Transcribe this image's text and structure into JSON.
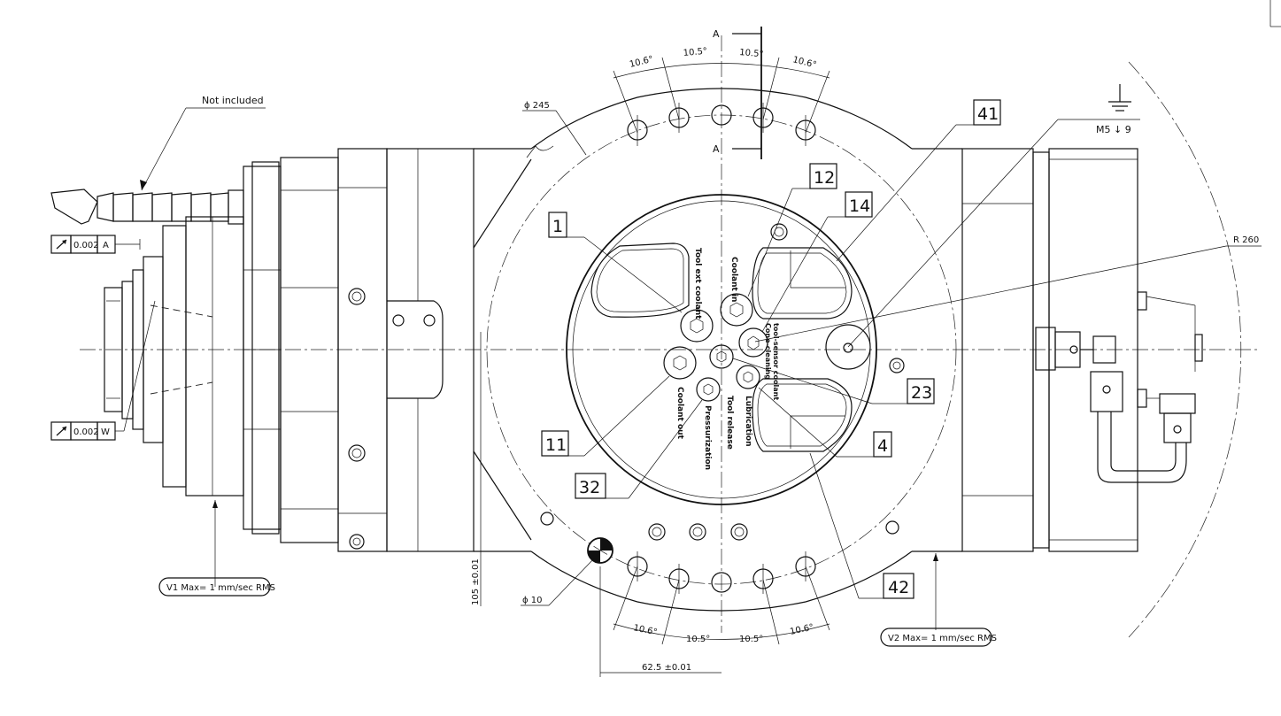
{
  "labels": {
    "not_included": "Not included",
    "diameter_245": "ϕ 245",
    "radius_260": "R 260",
    "thread_m5": "M5 ↓ 9",
    "section_a": "A",
    "diameter_10": "ϕ 10",
    "dim_105": "105 ±0.01",
    "dim_62_5": "62.5 ±0.01",
    "angle_10_6": "10.6°",
    "angle_10_5": "10.5°",
    "v1_note": "V1 Max= 1 mm/sec RMS",
    "v2_note": "V2 Max= 1 mm/sec RMS"
  },
  "tolerance_frames": [
    {
      "value": "0.002",
      "datum": "A"
    },
    {
      "value": "0.002",
      "datum": "W"
    }
  ],
  "ports": {
    "tool_ext_coolant": "Tool ext coolant",
    "coolant_in": "Coolant in",
    "cone_cleaning": "Cone-cleaning",
    "tool_sensor_coolant": "tool-sensor coolant",
    "lubrication": "Lubrication",
    "tool_release": "Tool release",
    "pressurization": "Pressurization",
    "coolant_out": "Coolant out"
  },
  "callouts": [
    "1",
    "12",
    "14",
    "41",
    "23",
    "4",
    "42",
    "11",
    "32"
  ],
  "symbols": [
    "ground-icon",
    "flatness-arrow-icon"
  ]
}
